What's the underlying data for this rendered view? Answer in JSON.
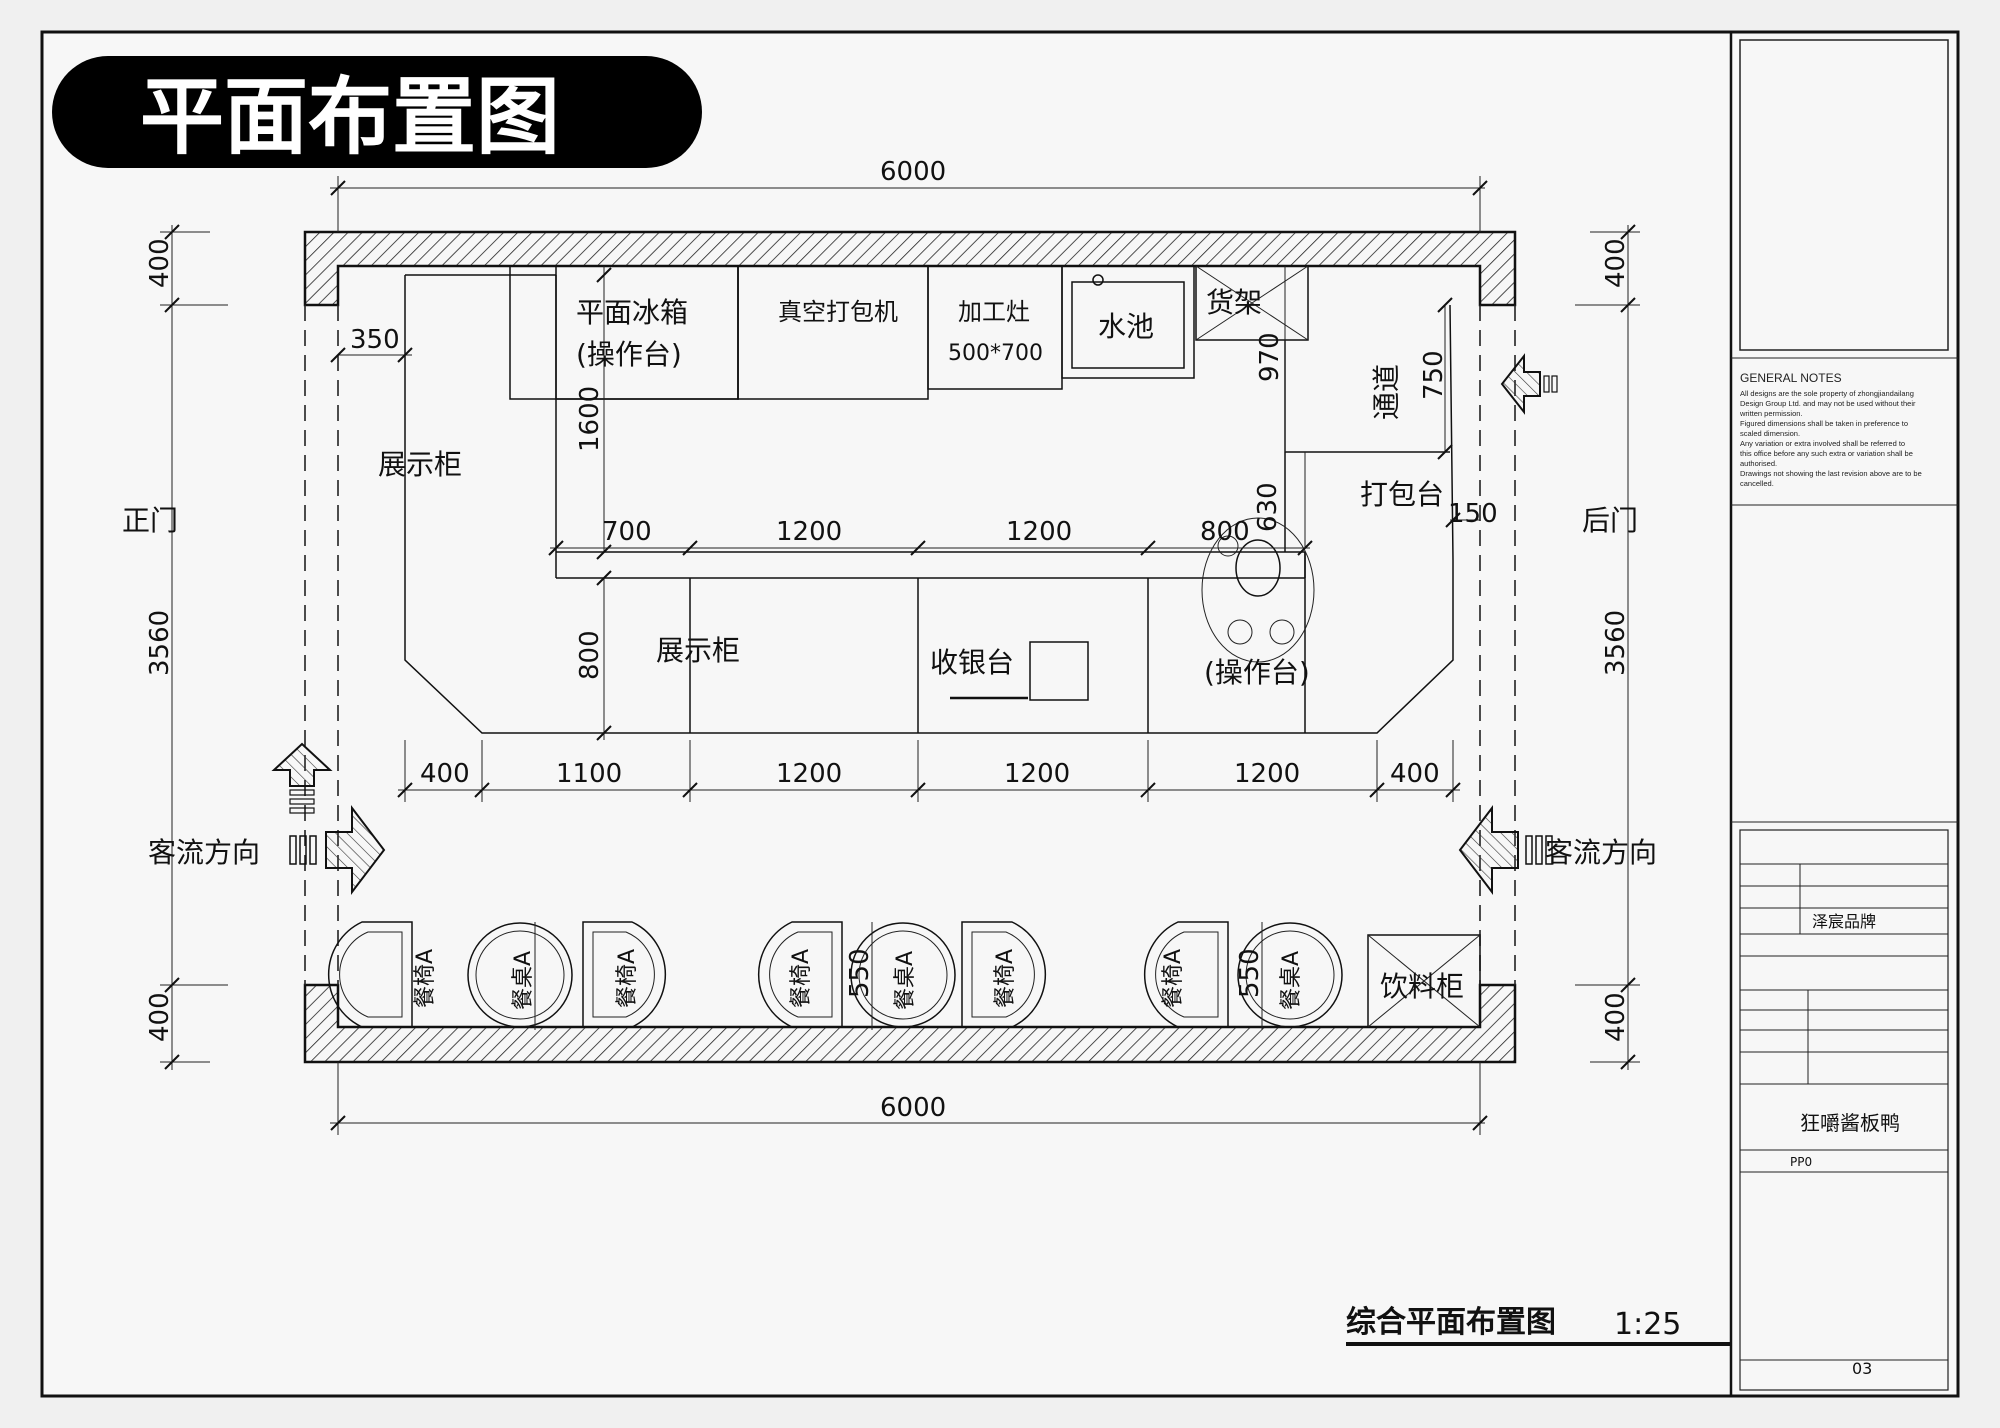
{
  "title": "平面布置图",
  "drawing_title": "综合平面布置图",
  "scale": "1:25",
  "labels": {
    "front_door": "正门",
    "back_door": "后门",
    "flow_left": "客流方向",
    "flow_right": "客流方向",
    "fridge": "平面冰箱",
    "fridge_sub": "(操作台)",
    "vacuum": "真空打包机",
    "stove": "加工灶",
    "stove_size": "500*700",
    "sink": "水池",
    "shelf": "货架",
    "passage": "通道",
    "pack_table": "打包台",
    "display_left": "展示柜",
    "display_front": "展示柜",
    "cashier": "收银台",
    "work_table": "(操作台)",
    "drink_cabinet": "饮料柜",
    "chair": "餐椅A",
    "table": "餐桌A"
  },
  "dimensions": {
    "top_total": "6000",
    "bottom_total": "6000",
    "left_top": "400",
    "left_mid": "3560",
    "left_bottom": "400",
    "right_top": "400",
    "right_mid": "3560",
    "right_bottom": "400",
    "inner_350": "350",
    "d1600": "1600",
    "d700": "700",
    "d1200a": "1200",
    "d1200b": "1200",
    "d800a": "800",
    "d630": "630",
    "d970": "970",
    "d750": "750",
    "d150": "150",
    "d800b": "800",
    "b400a": "400",
    "b1100": "1100",
    "b1200a": "1200",
    "b1200b": "1200",
    "b1200c": "1200",
    "b400b": "400",
    "t550a": "550",
    "t550b": "550"
  },
  "notes": {
    "heading": "GENERAL NOTES",
    "lines": [
      "All designs are the sole property of zhongjiandailang",
      "Design Group Ltd. and may not be used without their",
      "written permission.",
      "Figured dimensions shall be taken in preference to",
      "scaled dimension.",
      "Any variation or extra involved shall be referred to",
      "this office before any such extra or variation shall be",
      "authorised.",
      "Drawings not showing the last revision above are to be",
      "cancelled."
    ]
  },
  "title_block": {
    "brand_value": "泽宸品牌",
    "project_name": "狂嚼酱板鸭",
    "drawing_no": "03",
    "code_prefix": "PP0"
  }
}
